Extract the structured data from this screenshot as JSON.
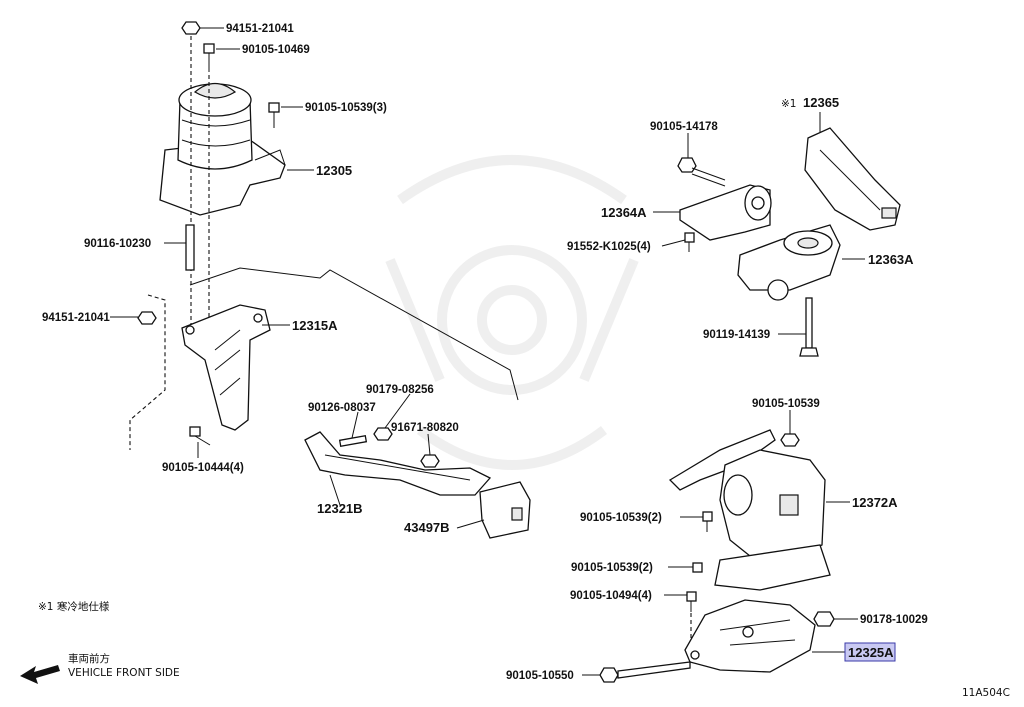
{
  "labels": {
    "p1": "94151-21041",
    "p2": "90105-10469",
    "p3": "90105-10539(3)",
    "p4": "12305",
    "p5": "90116-10230",
    "p6": "94151-21041",
    "p7": "12315A",
    "p8": "90105-10444(4)",
    "p9": "90126-08037",
    "p10": "90179-08256",
    "p11": "91671-80820",
    "p12": "12321B",
    "p13": "43497B",
    "p14": "90105-14178",
    "p15": "12364A",
    "p16": "91552-K1025(4)",
    "p17": "12365",
    "p18": "12363A",
    "p19": "90119-14139",
    "p20": "90105-10539",
    "p21": "12372A",
    "p22": "90105-10539(2)",
    "p23": "90105-10539(2)",
    "p24": "90105-10494(4)",
    "p25": "90178-10029",
    "p26": "12325A",
    "p27": "90105-10550"
  },
  "notes": {
    "cold_mark": "※1",
    "cold_spec": "※1 寒冷地仕様",
    "front_jp": "車両前方",
    "front_en": "VEHICLE FRONT SIDE",
    "figure_code": "11A504C"
  },
  "highlight_color": "#c9c9f2"
}
